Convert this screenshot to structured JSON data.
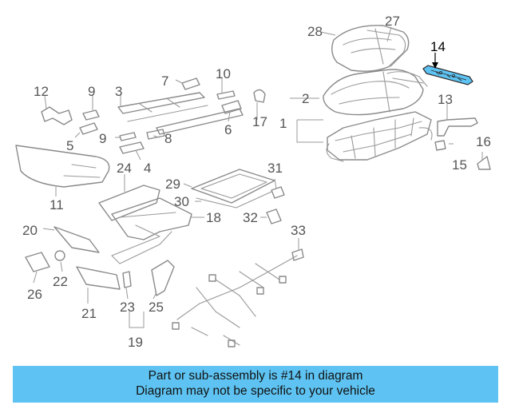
{
  "banner": {
    "line1": "Part or sub-assembly is #14 in diagram",
    "line2": "Diagram may not be specific to your vehicle",
    "background": "#5ec3f2"
  },
  "highlight_color": "#5ec3f2",
  "callouts": {
    "c1": "1",
    "c2": "2",
    "c3": "3",
    "c4": "4",
    "c5": "5",
    "c6": "6",
    "c7": "7",
    "c8": "8",
    "c9a": "9",
    "c9b": "9",
    "c10": "10",
    "c11": "11",
    "c12": "12",
    "c13": "13",
    "c14": "14",
    "c15": "15",
    "c16": "16",
    "c17": "17",
    "c18": "18",
    "c19": "19",
    "c20": "20",
    "c21": "21",
    "c22": "22",
    "c23": "23",
    "c24": "24",
    "c25": "25",
    "c26": "26",
    "c27": "27",
    "c28": "28",
    "c29": "29",
    "c30": "30",
    "c31": "31",
    "c32": "32",
    "c33": "33"
  }
}
